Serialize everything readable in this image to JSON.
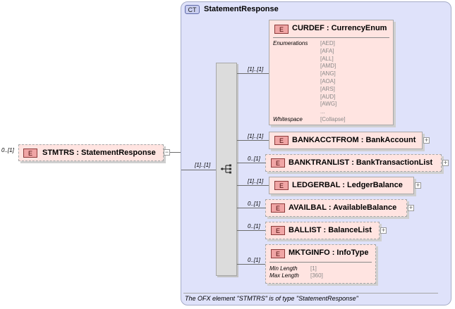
{
  "root": {
    "badge": "E",
    "name": "STMTRS",
    "sep": ":",
    "type": "StatementResponse",
    "cardinality": "0..[1]",
    "collapse": "−"
  },
  "complex_type": {
    "badge": "CT",
    "name": "StatementResponse",
    "sequence_cardinality": "[1]..[1]"
  },
  "curdef": {
    "badge": "E",
    "title": "CURDEF : CurrencyEnum",
    "cardinality": "[1]..[1]",
    "enum_label": "Enumerations",
    "enumerations": [
      "[AED]",
      "[AFA]",
      "[ALL]",
      "[AMD]",
      "[ANG]",
      "[AOA]",
      "[ARS]",
      "[AUD]",
      "[AWG]",
      "..."
    ],
    "whitespace_label": "Whitespace",
    "whitespace_value": "[Collapse]"
  },
  "children": [
    {
      "badge": "E",
      "title": "BANKACCTFROM : BankAccount",
      "cardinality": "[1]..[1]",
      "expand": "+"
    },
    {
      "badge": "E",
      "title": "BANKTRANLIST : BankTransactionList",
      "cardinality": "0..[1]",
      "expand": "+"
    },
    {
      "badge": "E",
      "title": "LEDGERBAL : LedgerBalance",
      "cardinality": "[1]..[1]",
      "expand": "+"
    },
    {
      "badge": "E",
      "title": "AVAILBAL : AvailableBalance",
      "cardinality": "0..[1]",
      "expand": "+"
    },
    {
      "badge": "E",
      "title": "BALLIST : BalanceList",
      "cardinality": "0..[1]",
      "expand": "+"
    }
  ],
  "mktginfo": {
    "badge": "E",
    "title": "MKTGINFO : InfoType",
    "cardinality": "0..[1]",
    "min_label": "Min Length",
    "min_value": "[1]",
    "max_label": "Max Length",
    "max_value": "[360]"
  },
  "footer": "The OFX element \"STMTRS\" is of type \"StatementResponse\"",
  "colors": {
    "element_fill": "#ffe4e1",
    "element_badge": "#f0a5a5",
    "complex_type_fill": "#dfe2fa",
    "sequence_fill": "#dcdcdc"
  }
}
